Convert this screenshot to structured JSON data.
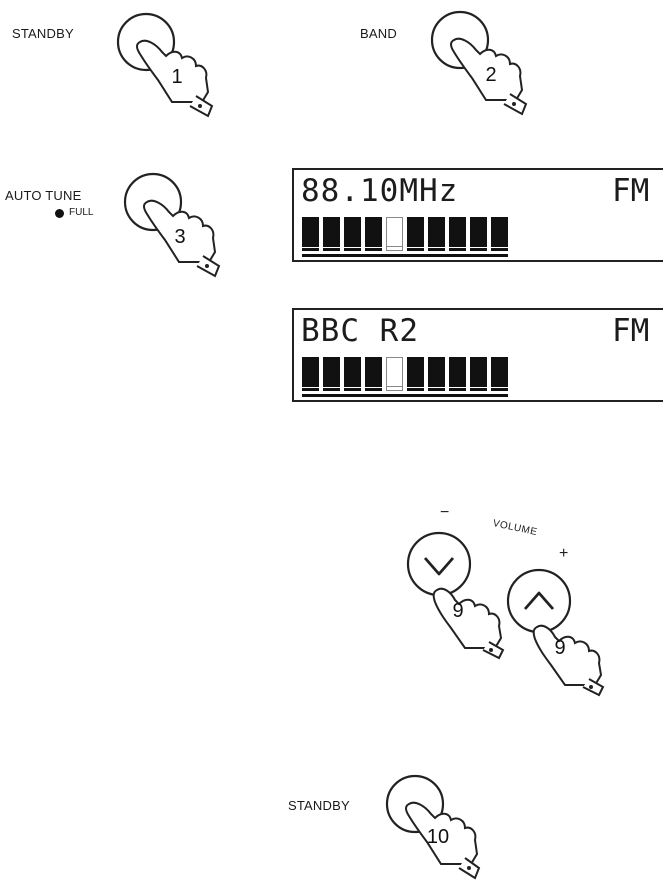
{
  "steps": [
    {
      "id": "standby-1",
      "label": "STANDBY",
      "number": "1"
    },
    {
      "id": "band-2",
      "label": "BAND",
      "number": "2"
    },
    {
      "id": "autotune-3",
      "label": "AUTO TUNE",
      "sub_label": "FULL",
      "number": "3"
    },
    {
      "id": "volume-9",
      "label": "VOLUME",
      "minus": "−",
      "plus": "+",
      "number_down": "9",
      "number_up": "9"
    },
    {
      "id": "standby-10",
      "label": "STANDBY",
      "number": "10"
    }
  ],
  "displays": [
    {
      "text": "88.10MHz",
      "band": "FM",
      "signal_total": 10,
      "signal_gap_index": 4
    },
    {
      "text": "BBC R2",
      "band": "FM",
      "signal_total": 10,
      "signal_gap_index": 4
    }
  ],
  "icons": {
    "hand": "pointing-finger-icon",
    "volume_down": "chevron-down-icon",
    "volume_up": "chevron-up-icon"
  }
}
